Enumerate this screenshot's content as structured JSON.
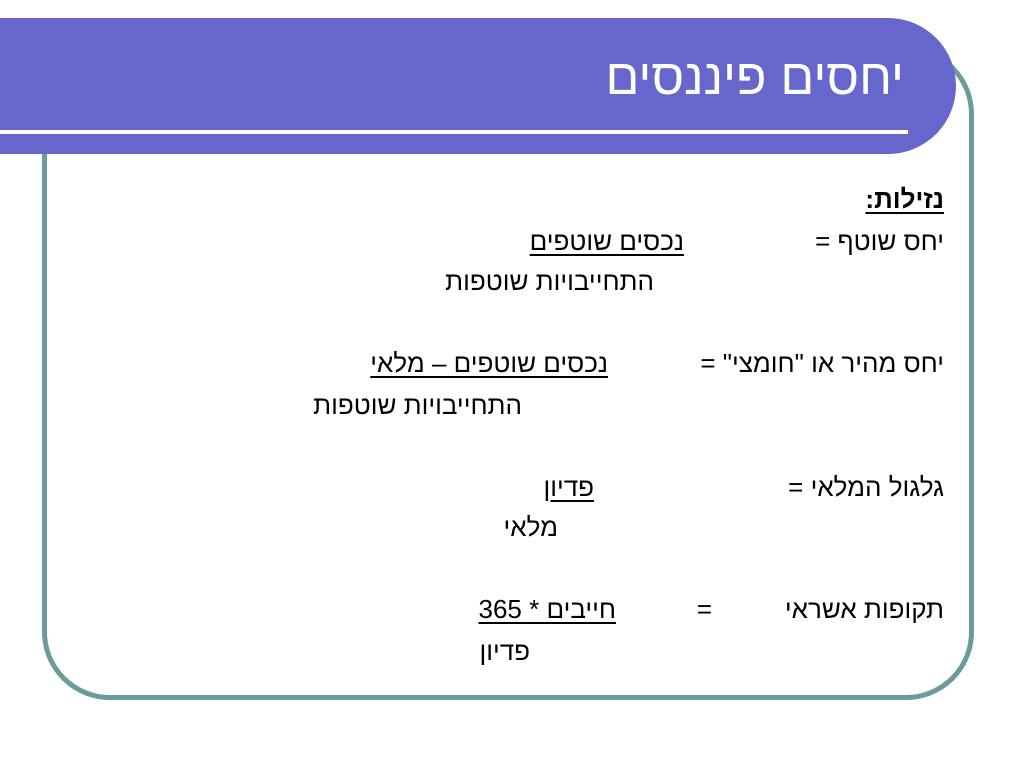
{
  "slide": {
    "title": "יחסים פיננסים",
    "section_heading": "נזילות:",
    "formulas": [
      {
        "label": "יחס שוטף =",
        "numerator": "נכסים שוטפים",
        "denominator": "התחייבויות שוטפות"
      },
      {
        "label": "יחס מהיר או \"חומצי\" =",
        "numerator": "נכסים שוטפים – מלאי",
        "denominator": "התחייבויות שוטפות"
      },
      {
        "label": "גלגול המלאי =",
        "numerator": "פדיון",
        "denominator": "מלאי"
      },
      {
        "label": "תקופות אשראי",
        "equals": "=",
        "numerator": "חייבים * 365",
        "denominator": "פדיון"
      }
    ]
  },
  "colors": {
    "title_bar": "#6666cc",
    "frame_border": "#6b9b9b",
    "title_text": "#ffffff",
    "body_text": "#000000"
  }
}
